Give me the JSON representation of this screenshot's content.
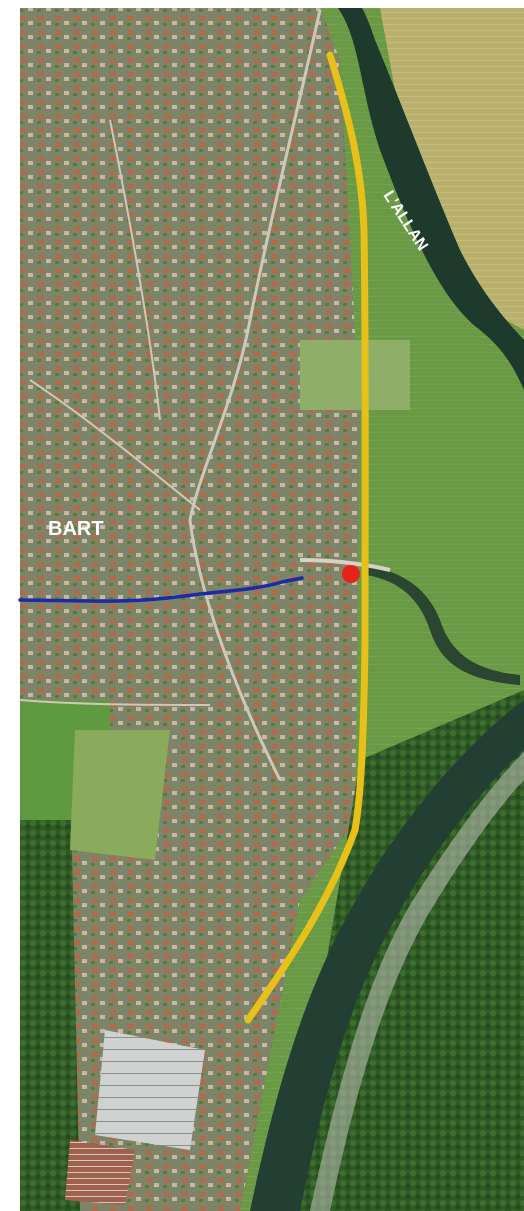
{
  "map": {
    "labels": {
      "town": "BART",
      "river": "L'ALLAN"
    },
    "colors": {
      "road_route": "#e8c01a",
      "stream": "#1a2aa8",
      "marker": "#e8201e",
      "label": "#ffffff",
      "forest": "#2f5a26",
      "field": "#6f9d4a",
      "river_water": "#1f3a2a",
      "urban": "#8a8570"
    },
    "features": [
      {
        "name": "road-route",
        "color_ref": "road_route"
      },
      {
        "name": "stream-line",
        "color_ref": "stream"
      },
      {
        "name": "location-marker",
        "color_ref": "marker"
      },
      {
        "name": "river",
        "color_ref": "river_water"
      }
    ]
  }
}
